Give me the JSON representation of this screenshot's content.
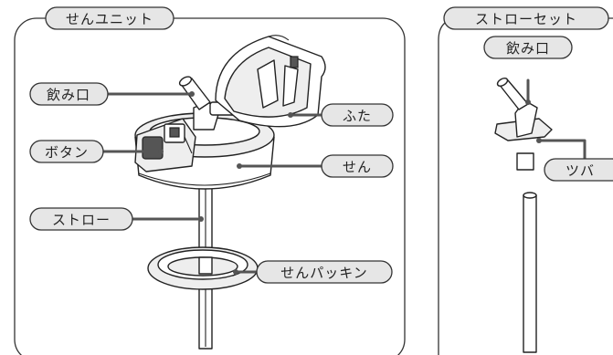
{
  "unit_panel": {
    "title": "せんユニット",
    "labels": {
      "mouthpiece": "飲み口",
      "button": "ボタン",
      "straw": "ストロー",
      "lid": "ふた",
      "stopper": "せん",
      "gasket": "せんパッキン"
    }
  },
  "straw_panel": {
    "title": "ストローセット",
    "labels": {
      "mouthpiece": "飲み口",
      "flange": "ツバ"
    }
  }
}
